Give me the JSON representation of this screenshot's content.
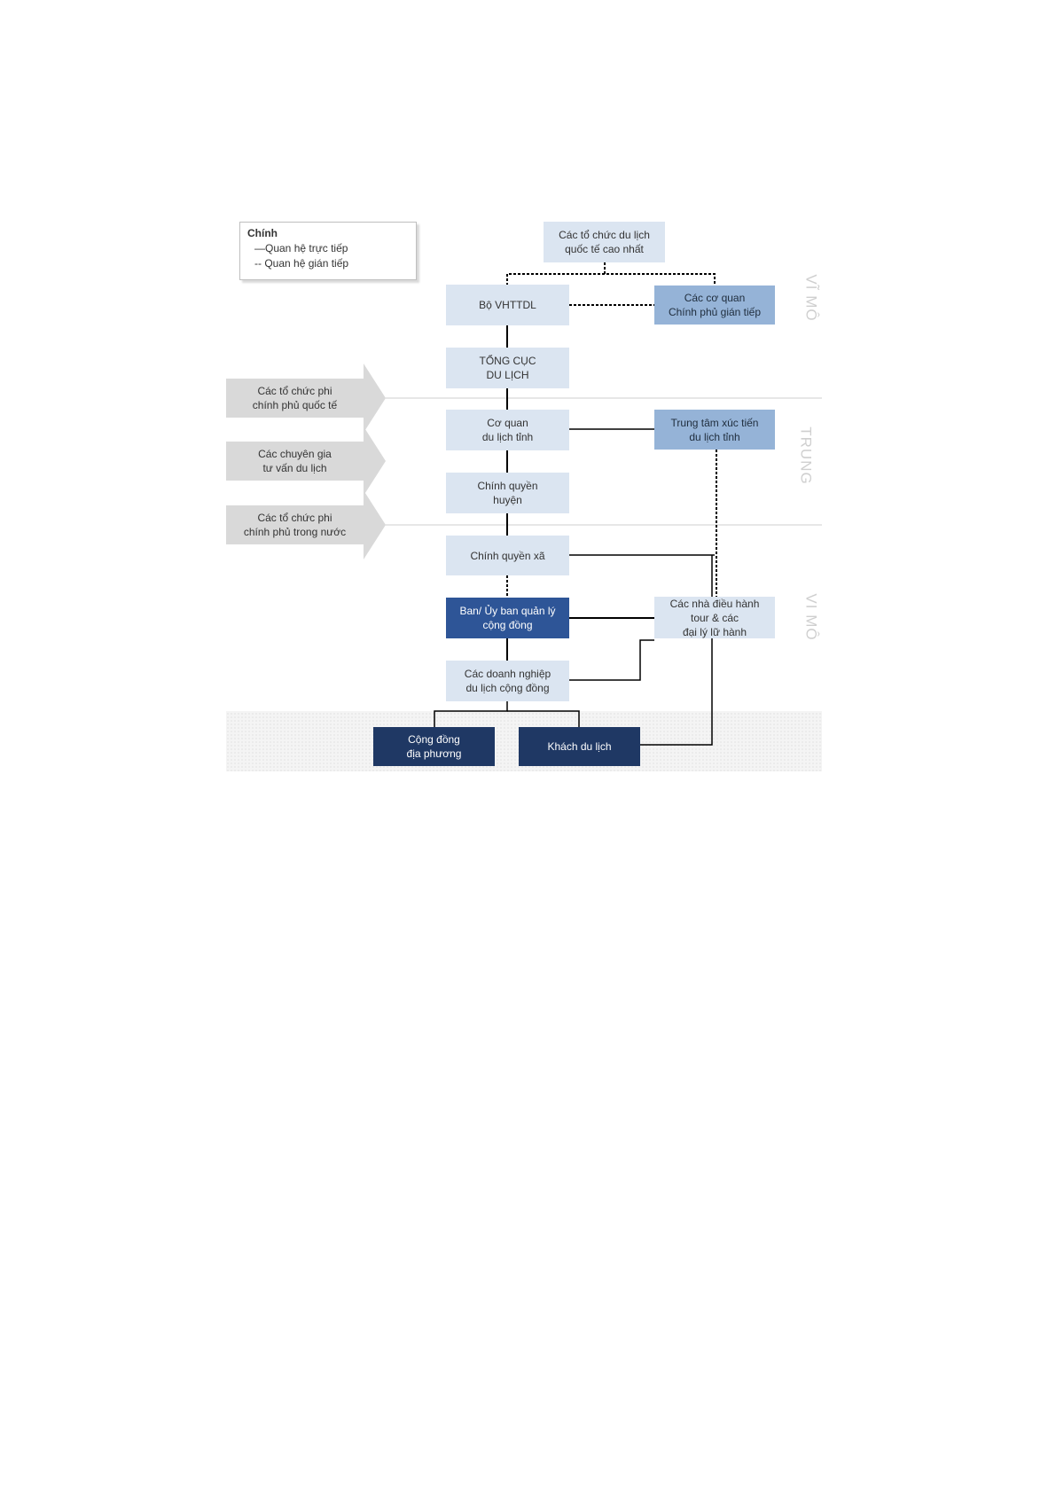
{
  "legend": {
    "title": "Chính",
    "direct": "—Quan hệ trực tiếp",
    "indirect": "-- Quan hệ gián tiếp"
  },
  "levels": {
    "macro": "VĨ MÔ",
    "middle": "TRUNG",
    "micro": "VI MÔ"
  },
  "external_actors": [
    "Các tổ chức phi\nchính phủ quốc tế",
    "Các chuyên gia\ntư vấn du lịch",
    "Các tổ chức phi\nchính phủ trong nước"
  ],
  "nodes": {
    "intl_tourism_orgs": "Các tổ chức du lịch\nquốc tế cao nhất",
    "ministry": "Bộ VHTTDL",
    "gov_agencies": "Các cơ quan\nChính phủ gián tiếp",
    "general_dept": "TỔNG CỤC\nDU LỊCH",
    "provincial_agency": "Cơ quan\ndu lịch tỉnh",
    "promotion_center": "Trung tâm xúc tiến\ndu lịch tỉnh",
    "district_gov": "Chính quyền\nhuyện",
    "commune_gov": "Chính quyền xã",
    "community_board": "Ban/ Ủy ban quản lý\ncộng đồng",
    "tour_operators": "Các nhà điều hành\ntour & các\nđại lý lữ hành",
    "community_businesses": "Các doanh nghiệp\ndu lịch cộng đồng",
    "local_community": "Cộng đồng\nđịa phương",
    "tourists": "Khách du lịch"
  },
  "colors": {
    "light": "#dbe5f1",
    "mid": "#95b3d7",
    "dark": "#1f3864",
    "dark_alt": "#2e5597",
    "arrow": "#d9d9d9",
    "line": "#000000"
  }
}
